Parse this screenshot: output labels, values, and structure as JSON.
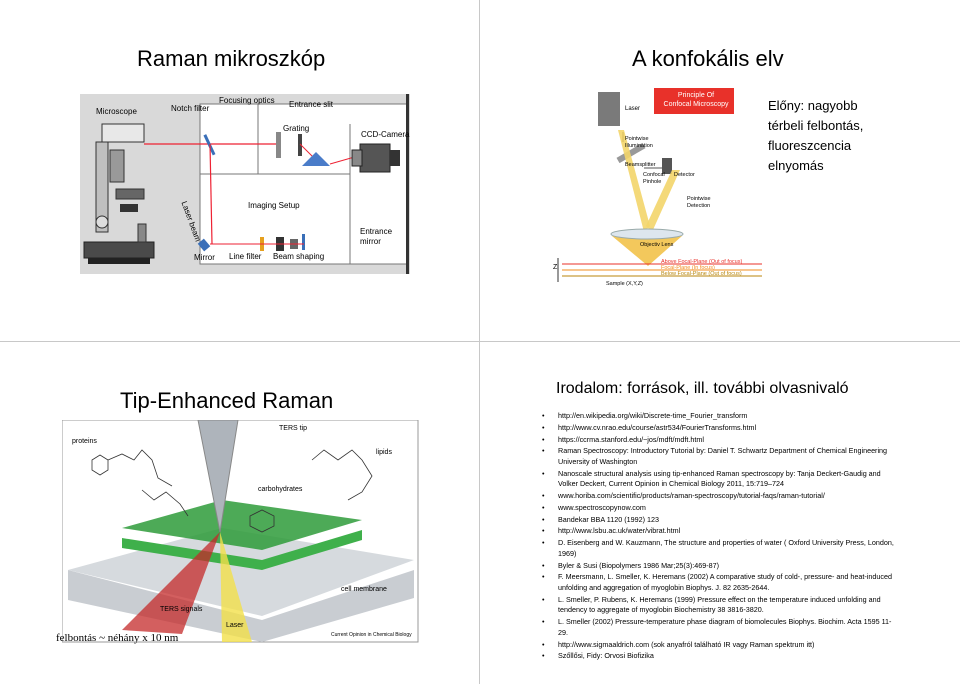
{
  "slides": {
    "raman": {
      "title": "Raman mikroszkóp",
      "labels": {
        "microscope": "Microscope",
        "notch_filter": "Notch filter",
        "focusing_optics": "Focusing optics",
        "entrance_slit": "Entrance slit",
        "grating": "Grating",
        "ccd_camera": "CCD-Camera",
        "laser_beam": "Laser beam",
        "imaging_setup": "Imaging Setup",
        "entrance_mirror": "Entrance\nmirror",
        "mirror": "Mirror",
        "line_filter": "Line filter",
        "beam_shaping": "Beam shaping"
      }
    },
    "confocal": {
      "title": "A konfokális elv",
      "advantages": "Előny: nagyobb\ntérbeli felbontás,\nfluoreszcencia\nelnyomás",
      "labels": {
        "laser": "Laser",
        "principle_title": "Principle Of\nConfocal Microscopy",
        "pointwise_illumination": "Pointwise\nIllumination",
        "beamsplitter": "Beamsplitter",
        "confocal_pinhole": "Confocal\nPinhole",
        "detector": "Detector",
        "pointwise_detection": "Pointwise\nDetection",
        "objective_lens": "Objectiv Lens",
        "above_focal": "Above Focal-Plane (Out of focus)",
        "focal_plane": "Focal-Plane (In focus)",
        "below_focal": "Below Focal-Plane (Out of focus)",
        "sample": "Sample (X,Y,Z)",
        "z_axis": "Z"
      },
      "colors": {
        "principle_box": "#e8312a",
        "beam": "#f3d56a",
        "above": "#e8312a",
        "focal": "#f28c1e",
        "below": "#b8860b"
      }
    },
    "ters": {
      "title": "Tip-Enhanced Raman",
      "resolution_note": "felbontás ~ néhány x 10 nm",
      "labels": {
        "proteins": "proteins",
        "ters_tip": "TERS tip",
        "lipids": "lipids",
        "carbohydrates": "carbohydrates",
        "cell_membrane": "cell membrane",
        "ters_signals": "TERS signals",
        "laser": "Laser",
        "journal": "Current Opinion in Chemical Biology"
      },
      "colors": {
        "membrane": "#2e9b3a",
        "substrate": "#c9cdd2"
      }
    },
    "references": {
      "title": "Irodalom: források, ill. további olvasnivaló",
      "bullet": "•",
      "items": [
        "http://en.wikipedia.org/wiki/Discrete-time_Fourier_transform",
        "http://www.cv.nrao.edu/course/astr534/FourierTransforms.html",
        "https://ccrma.stanford.edu/~jos/mdft/mdft.html",
        "Raman Spectroscopy: Introductory Tutorial by: Daniel T. Schwartz Department of Chemical Engineering University of Washington",
        "Nanoscale structural analysis using tip-enhanced Raman spectroscopy by: Tanja Deckert-Gaudig and Volker Deckert, Current Opinion in Chemical Biology 2011, 15:719–724",
        "www.horiba.com/scientific/products/raman-spectroscopy/tutorial-faqs/raman-tutorial/",
        "www.spectroscopynow.com",
        "Bandekar BBA 1120 (1992) 123",
        "http://www.lsbu.ac.uk/water/vibrat.html",
        "D. Eisenberg and W. Kauzmann, The structure and properties of water ( Oxford University Press, London, 1969)",
        "Byler & Susi (Biopolymers 1986 Mar;25(3):469-87)",
        "F. Meersmann, L. Smeller, K. Heremans (2002) A comparative study of cold-, pressure- and heat-induced unfolding and aggregation of myoglobin Biophys. J. 82 2635-2644.",
        "L. Smeller, P. Rubens, K. Heremans (1999) Pressure effect on the temperature induced unfolding and tendency to aggregate of myoglobin Biochemistry 38 3816-3820.",
        "L. Smeller (2002) Pressure-temperature phase diagram of biomolecules Biophys. Biochim. Acta 1595 11-29.",
        "http://www.sigmaaldrich.com  (sok anyafról található IR vagy Raman spektrum itt)",
        "Szőllősi, Fidy: Orvosi Biofizika"
      ]
    }
  }
}
